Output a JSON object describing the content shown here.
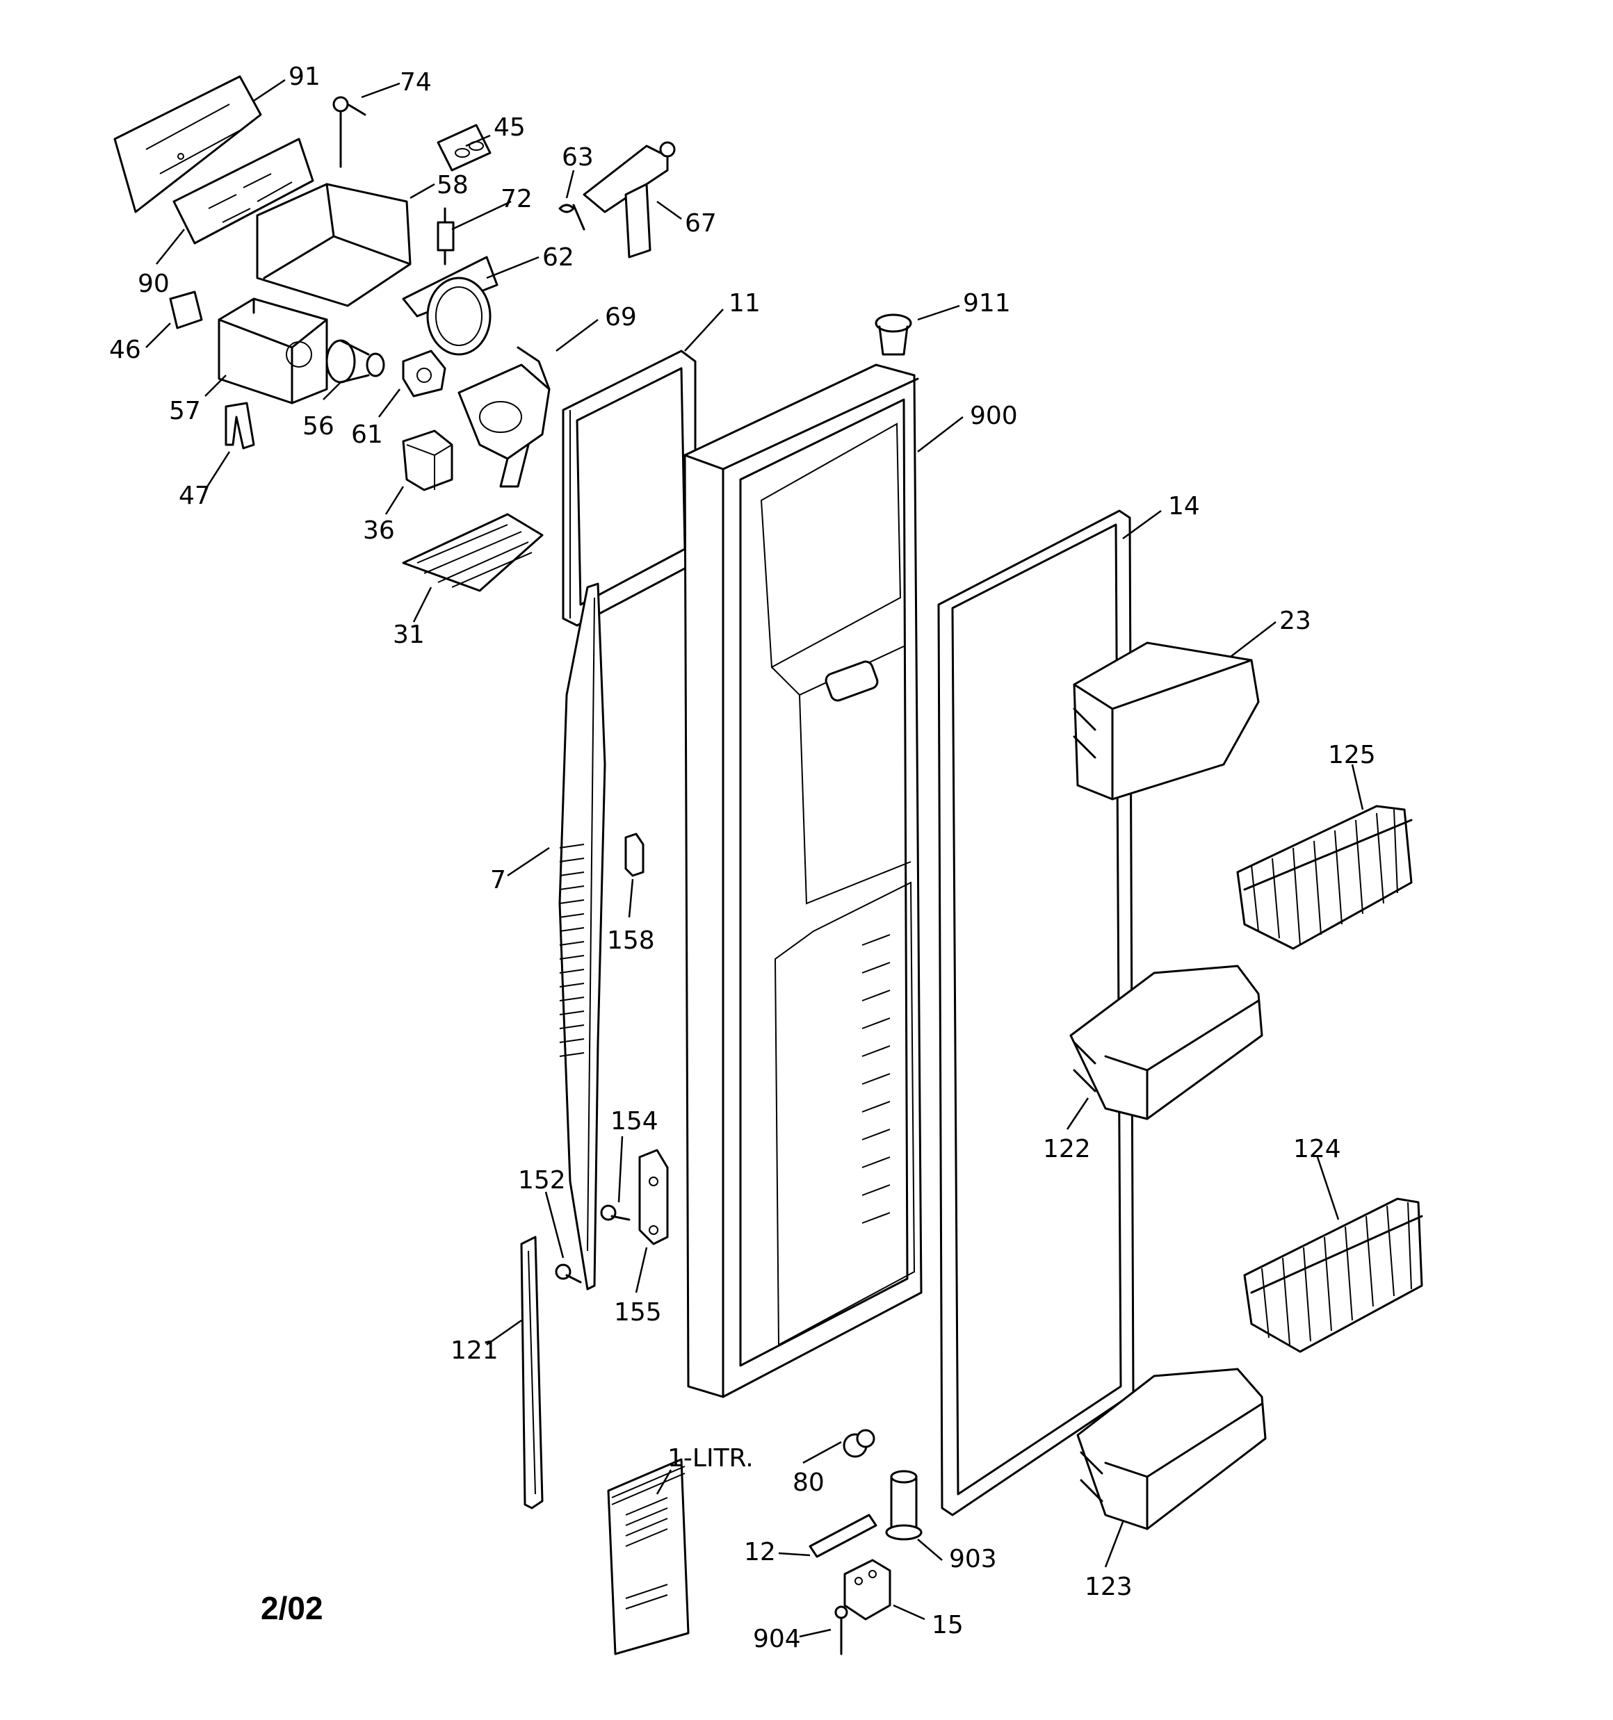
{
  "callouts": {
    "c91": "91",
    "c74": "74",
    "c45": "45",
    "c63": "63",
    "c58": "58",
    "c72": "72",
    "c67": "67",
    "c90": "90",
    "c62": "62",
    "c46": "46",
    "c57": "57",
    "c56": "56",
    "c61": "61",
    "c69": "69",
    "c47": "47",
    "c36": "36",
    "c31": "31",
    "c11": "11",
    "c911": "911",
    "c900": "900",
    "c14": "14",
    "c23": "23",
    "c125": "125",
    "c7": "7",
    "c158": "158",
    "c154": "154",
    "c152": "152",
    "c155": "155",
    "c122": "122",
    "c124": "124",
    "c121": "121",
    "c80": "80",
    "c1litr": "1-LITR.",
    "c903": "903",
    "c12": "12",
    "c123": "123",
    "c904": "904",
    "c15": "15"
  },
  "footer": {
    "date": "2/02"
  }
}
